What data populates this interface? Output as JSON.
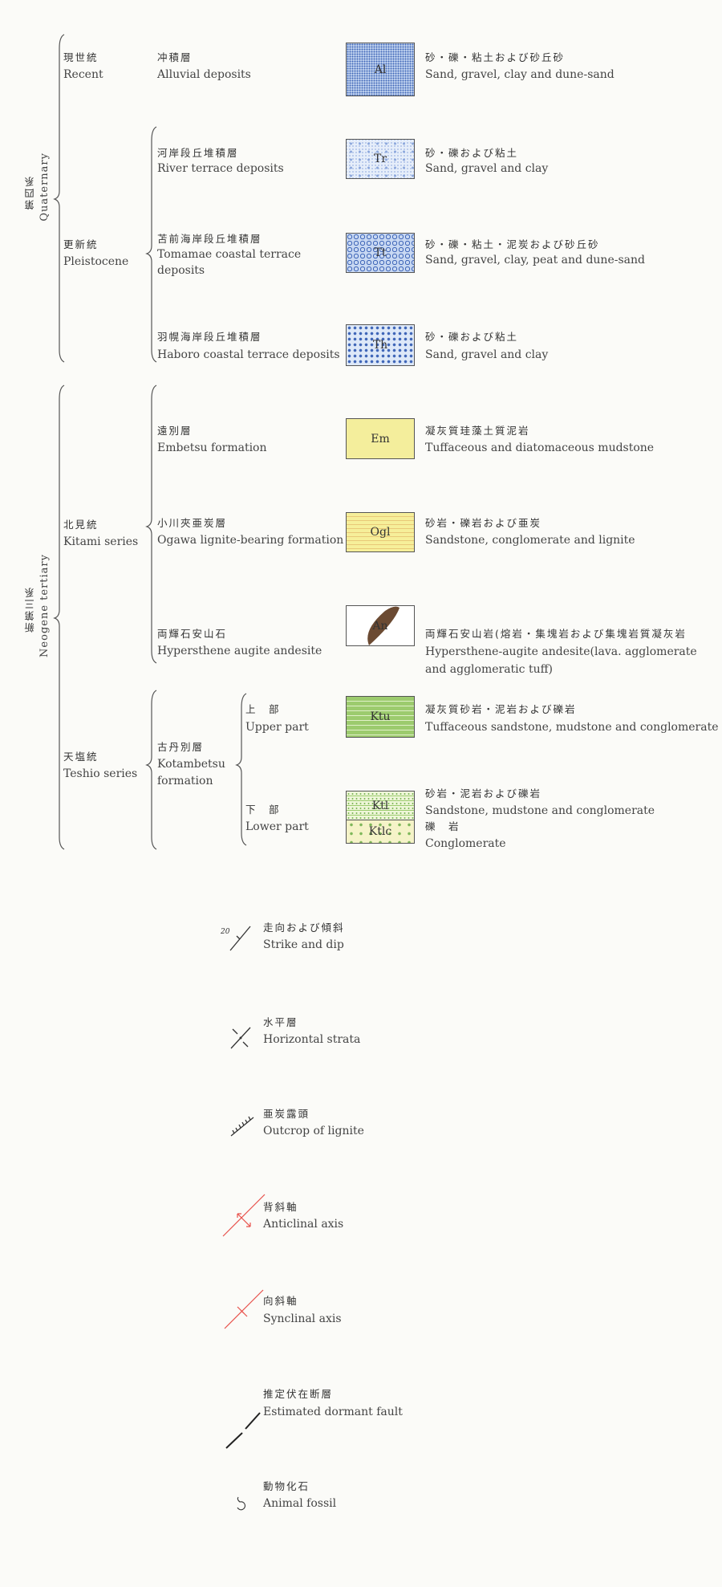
{
  "systems": {
    "quaternary": {
      "jp": "第四系",
      "en": "Quaternary"
    },
    "neogene": {
      "jp": "新第三系",
      "en": "Neogene tertiary"
    }
  },
  "series": {
    "recent": {
      "jp": "現世統",
      "en": "Recent"
    },
    "pleistocene": {
      "jp": "更新統",
      "en": "Pleistocene"
    },
    "kitami": {
      "jp": "北見統",
      "en": "Kitami series"
    },
    "teshio": {
      "jp": "天塩統",
      "en": "Teshio series"
    }
  },
  "kotambetsu": {
    "jp": "古丹別層",
    "en1": "Kotambetsu",
    "en2": "formation"
  },
  "units": [
    {
      "jp": "冲積層",
      "en": "Alluvial deposits",
      "code": "Al",
      "desc_jp": "砂・礫・粘土および砂丘砂",
      "desc_en": "Sand, gravel, clay and dune-sand",
      "color": "#c9d9f2"
    },
    {
      "jp": "河岸段丘堆積層",
      "en": "River terrace deposits",
      "code": "Tr",
      "desc_jp": "砂・礫および粘土",
      "desc_en": "Sand, gravel and clay",
      "color": "#e6eefa"
    },
    {
      "jp": "苫前海岸段丘堆積層",
      "en": "Tomamae  coastal terrace",
      "en2": "deposits",
      "code": "Tt",
      "desc_jp": "砂・礫・粘土・泥炭および砂丘砂",
      "desc_en": "Sand, gravel, clay, peat and dune-sand",
      "color": "#c8d8f2"
    },
    {
      "jp": "羽幌海岸段丘堆積層",
      "en": "Haboro coastal terrace deposits",
      "code": "Th",
      "desc_jp": "砂・礫および粘土",
      "desc_en": "Sand, gravel and clay",
      "color": "#dde8f8"
    },
    {
      "jp": "遠別層",
      "en": "Embetsu formation",
      "code": "Em",
      "desc_jp": "凝灰質珪藻土質泥岩",
      "desc_en": "Tuffaceous and diatomaceous mudstone",
      "color": "#f4ee9c"
    },
    {
      "jp": "小川夾亜炭層",
      "en": "Ogawa lignite-bearing formation",
      "code": "Ogl",
      "desc_jp": "砂岩・礫岩および亜炭",
      "desc_en": "Sandstone, conglomerate and lignite",
      "color": "#f6ef9a"
    },
    {
      "jp": "両輝石安山石",
      "en": "Hypersthene augite andesite",
      "code": "An",
      "desc_jp": "両輝石安山岩(熔岩・集塊岩および集塊岩質凝灰岩",
      "desc_en": "Hypersthene-augite andesite(lava. agglomerate",
      "desc_en2": "and agglomeratic tuff)",
      "color": "#6b4a32"
    },
    {
      "jp": "上　部",
      "en": "Upper part",
      "code": "Ktu",
      "desc_jp": "凝灰質砂岩・泥岩および礫岩",
      "desc_en": "Tuffaceous sandstone, mudstone and conglomerate",
      "color": "#9ccb6e"
    },
    {
      "jp": "下　部",
      "en": "Lower part",
      "code": "Ktl",
      "desc_jp": "砂岩・泥岩および礫岩",
      "desc_en": "Sandstone, mudstone and conglomerate",
      "color": "#eef6d8"
    },
    {
      "code": "Ktlc",
      "desc_jp": "礫　岩",
      "desc_en": "Conglomerate",
      "color": "#f5f3c8"
    }
  ],
  "symbols": [
    {
      "jp": "走向および傾斜",
      "en": "Strike and dip",
      "value": "20"
    },
    {
      "jp": "水平層",
      "en": "Horizontal strata"
    },
    {
      "jp": "亜炭露頭",
      "en": "Outcrop of lignite"
    },
    {
      "jp": "背斜軸",
      "en": "Anticlinal axis",
      "color": "#e8504a"
    },
    {
      "jp": "向斜軸",
      "en": "Synclinal axis",
      "color": "#e8504a"
    },
    {
      "jp": "推定伏在断層",
      "en": "Estimated dormant fault"
    },
    {
      "jp": "動物化石",
      "en": "Animal fossil"
    }
  ]
}
